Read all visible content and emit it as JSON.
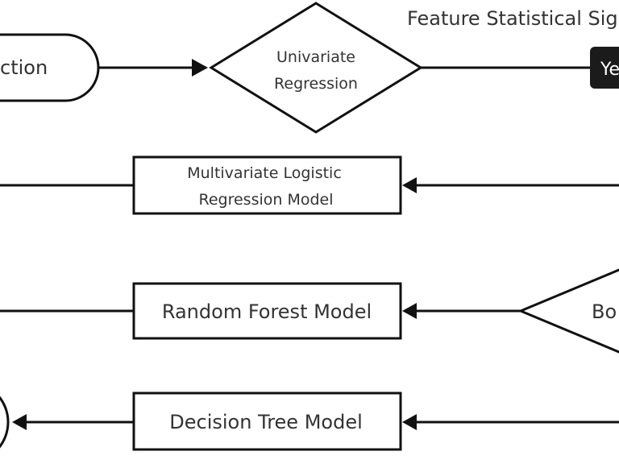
{
  "diagram": {
    "header_label": "Feature Statistical Sig",
    "nodes": {
      "start_terminal": "ction",
      "univariate_line1": "Univariate",
      "univariate_line2": "Regression",
      "yes_badge": "Ye",
      "multivariate_line1": "Multivariate Logistic",
      "multivariate_line2": "Regression Model",
      "random_forest": "Random Forest Model",
      "bo_decision": "Bo",
      "decision_tree": "Decision Tree Model"
    }
  },
  "colors": {
    "stroke": "#111111",
    "text": "#333333",
    "badge_fill": "#1b1b1b",
    "badge_text": "#ffffff",
    "background": "#ffffff"
  }
}
